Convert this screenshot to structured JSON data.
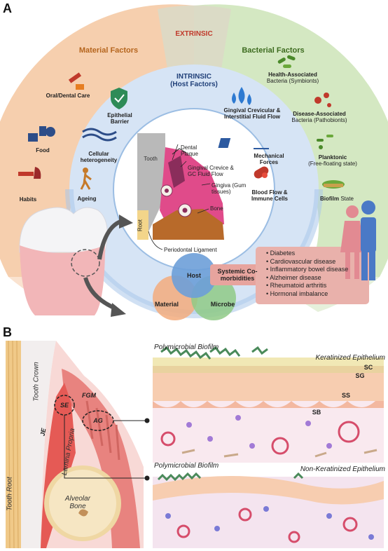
{
  "panel_a": {
    "letter": "A",
    "extrinsic": "EXTRINSIC",
    "material_factors": "Material Factors",
    "bacterial_factors": "Bacterial Factors",
    "intrinsic_title": "INTRINSIC",
    "intrinsic_sub": "(Host Factors)",
    "material_items": [
      {
        "label": "Oral/Dental Care",
        "icon": "toothbrush-icon"
      },
      {
        "label": "Food",
        "icon": "food-icon"
      },
      {
        "label": "Habits",
        "icon": "habits-icon"
      }
    ],
    "host_items": [
      {
        "label": "Epithelial Barrier",
        "icon": "shield-icon"
      },
      {
        "label": "Cellular heterogeneity",
        "icon": "cells-icon"
      },
      {
        "label": "Ageing",
        "icon": "walking-elder-icon"
      },
      {
        "label": "Gingival Crevicular & Interstitial Fluid Flow",
        "icon": "droplets-icon"
      },
      {
        "label": "Mechanical Forces",
        "icon": "force-icon"
      },
      {
        "label": "Blood Flow & Immune Cells",
        "icon": "blood-cells-icon"
      }
    ],
    "bacterial_items": [
      {
        "title": "Health-Associated",
        "sub": "Bacteria (Symbionts)",
        "icon": "bacteria-green-icon"
      },
      {
        "title": "Disease-Associated",
        "sub": "Bacteria (Pathobionts)",
        "icon": "bacteria-red-icon"
      },
      {
        "title": "Planktonic",
        "sub": "(Free-floating state)",
        "icon": "planktonic-icon"
      },
      {
        "title": "Biofilm",
        "sub": "State",
        "icon": "biofilm-icon"
      }
    ],
    "tooth_labels": {
      "tooth": "Tooth",
      "root": "Root",
      "dental_plaque": "Dental Plaque",
      "gingival_crevice": "Gingival Crevice & GC Fluid Flow",
      "gingiva": "Gingiva (Gum tissues)",
      "bone": "Bone",
      "pdl": "Periodontal Ligament"
    },
    "venn": {
      "host": "Host",
      "material": "Material",
      "microbe": "Microbe"
    },
    "systemic_title": "Systemic Co-morbidities",
    "comorbidities": [
      "Diabetes",
      "Cardiovascular disease",
      "Inflammatory bowel disease",
      "Alzheimer disease",
      "Rheumatoid arthritis",
      "Hormonal imbalance"
    ],
    "colors": {
      "material": "#f6cfae",
      "bacterial": "#cfe3b8",
      "extrinsic_top": "#d9d9c4",
      "intrinsic_ring": "#c9dcf2",
      "intrinsic_title": "#1f3f78",
      "extrinsic_title": "#c0392b",
      "material_title": "#b5651d",
      "bacterial_title": "#3d6b1f",
      "systemic": "#e7a49e"
    }
  },
  "panel_b": {
    "letter": "B",
    "tooth_crown": "Tooth Crown",
    "tooth_root": "Tooth Root",
    "je": "JE",
    "se": "SE",
    "fgm": "FGM",
    "ag": "AG",
    "lamina_propria": "Lamina Propria",
    "alveolar_bone": "Alveolar Bone",
    "top_biofilm": "Polymicrobial Biofilm",
    "keratinized": "Keratinized Epithelium",
    "layers": [
      "SC",
      "SG",
      "SS",
      "SB"
    ],
    "bottom_biofilm": "Polymicrobial Biofilm",
    "non_keratinized": "Non-Keratinized Epithelium"
  }
}
